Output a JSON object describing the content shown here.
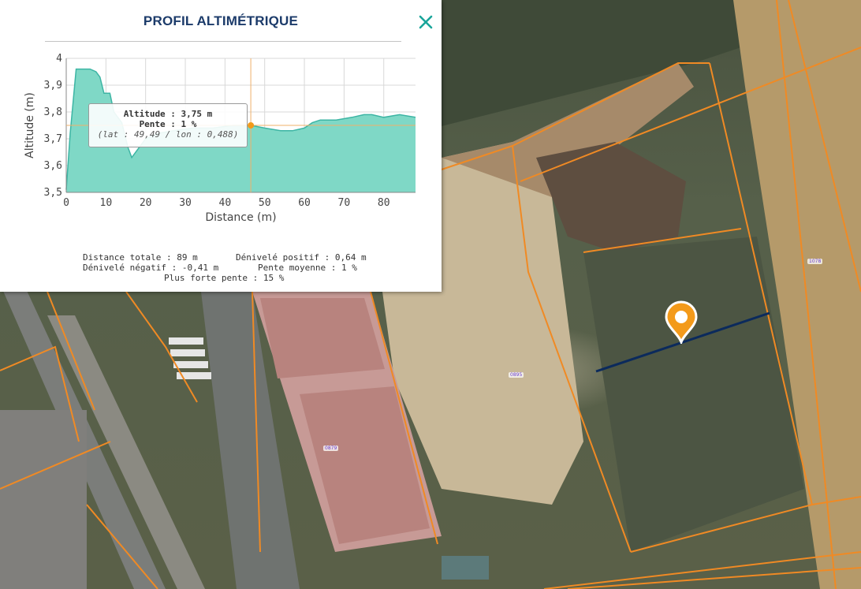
{
  "panel": {
    "title": "PROFIL ALTIMÉTRIQUE",
    "close_icon": "close-x-icon",
    "accent_color": "#1c3b6a",
    "close_color": "#1aa59a"
  },
  "tooltip": {
    "altitude": "Altitude : 3,75 m",
    "pente": "Pente : 1 %",
    "coords": "(lat : 49,49 / lon : 0,488)"
  },
  "stats": {
    "distance_totale": "Distance totale : 89 m",
    "denivele_positif": "Dénivelé positif : 0,64 m",
    "denivele_negatif": "Dénivelé négatif : -0,41 m",
    "pente_moyenne": "Pente moyenne : 1 %",
    "plus_forte_pente": "Plus forte pente : 15 %"
  },
  "map": {
    "parcel_labels": [
      "1078",
      "0895",
      "0879"
    ],
    "marker_icon": "location-pin-icon",
    "marker_color": "#f39a1a",
    "parcel_line_color": "#f08a24",
    "track_color": "#0b2a5c"
  },
  "chart_data": {
    "type": "area",
    "xlabel": "Distance (m)",
    "ylabel": "Altitude (m)",
    "xlim": [
      0,
      88
    ],
    "ylim": [
      3.5,
      4.0
    ],
    "xticks": [
      0,
      10,
      20,
      30,
      40,
      50,
      60,
      70,
      80
    ],
    "xtick_labels": [
      "0",
      "10",
      "20",
      "30",
      "40",
      "50",
      "60",
      "70",
      "80"
    ],
    "yticks": [
      3.5,
      3.6,
      3.7,
      3.8,
      3.9,
      4.0
    ],
    "ytick_labels": [
      "3,5",
      "3,6",
      "3,7",
      "3,8",
      "3,9",
      "4"
    ],
    "x": [
      0,
      1,
      2.5,
      4.5,
      6,
      7.5,
      8.5,
      9.5,
      11,
      12,
      14,
      15.5,
      16.5,
      18,
      20,
      23,
      27,
      32,
      37,
      42,
      46.5,
      50,
      54,
      57,
      60,
      62,
      64,
      68,
      72,
      75,
      77,
      80,
      84,
      88
    ],
    "y": [
      3.51,
      3.72,
      3.96,
      3.96,
      3.96,
      3.95,
      3.93,
      3.87,
      3.87,
      3.8,
      3.76,
      3.67,
      3.63,
      3.66,
      3.7,
      3.72,
      3.73,
      3.74,
      3.74,
      3.75,
      3.75,
      3.74,
      3.73,
      3.73,
      3.74,
      3.76,
      3.77,
      3.77,
      3.78,
      3.79,
      3.79,
      3.78,
      3.79,
      3.78
    ],
    "fill_color": "#7fd8c6",
    "line_color": "#3db5a4",
    "grid": true,
    "cursor": {
      "x": 46.5,
      "y": 3.75
    }
  }
}
